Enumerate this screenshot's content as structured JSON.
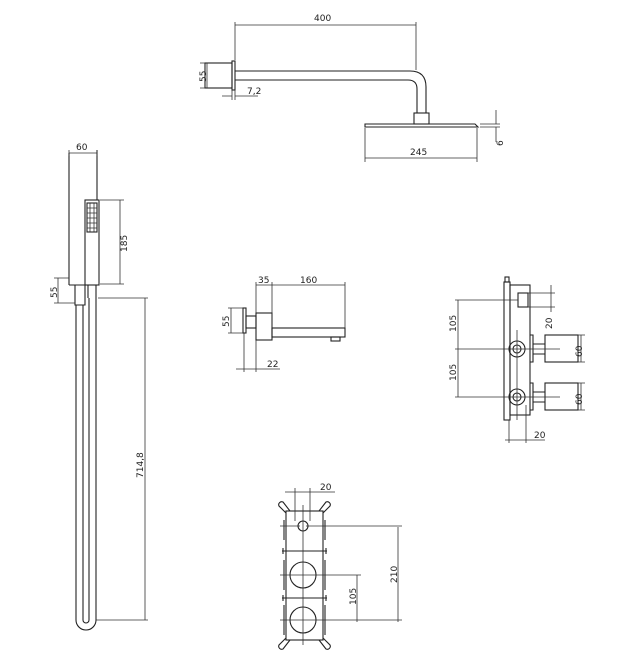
{
  "shower_arm": {
    "length": "400",
    "flange_height": "55",
    "flange_depth": "7,2",
    "head_diameter": "245",
    "head_thickness": "6"
  },
  "hand_shower": {
    "bracket_width": "60",
    "handset_length": "185",
    "holder_height": "55",
    "hose_length": "714,8"
  },
  "spout": {
    "base_depth": "35",
    "spout_length": "160",
    "flange_height": "55",
    "flange_offset": "22"
  },
  "valve_side": {
    "spacing_top": "105",
    "spacing_bottom": "105",
    "outlet_offset": "20",
    "knob_top": "60",
    "knob_bottom": "60",
    "depth": "20"
  },
  "valve_front": {
    "outlet_width": "20",
    "total_spacing": "210",
    "handle_spacing": "105"
  }
}
